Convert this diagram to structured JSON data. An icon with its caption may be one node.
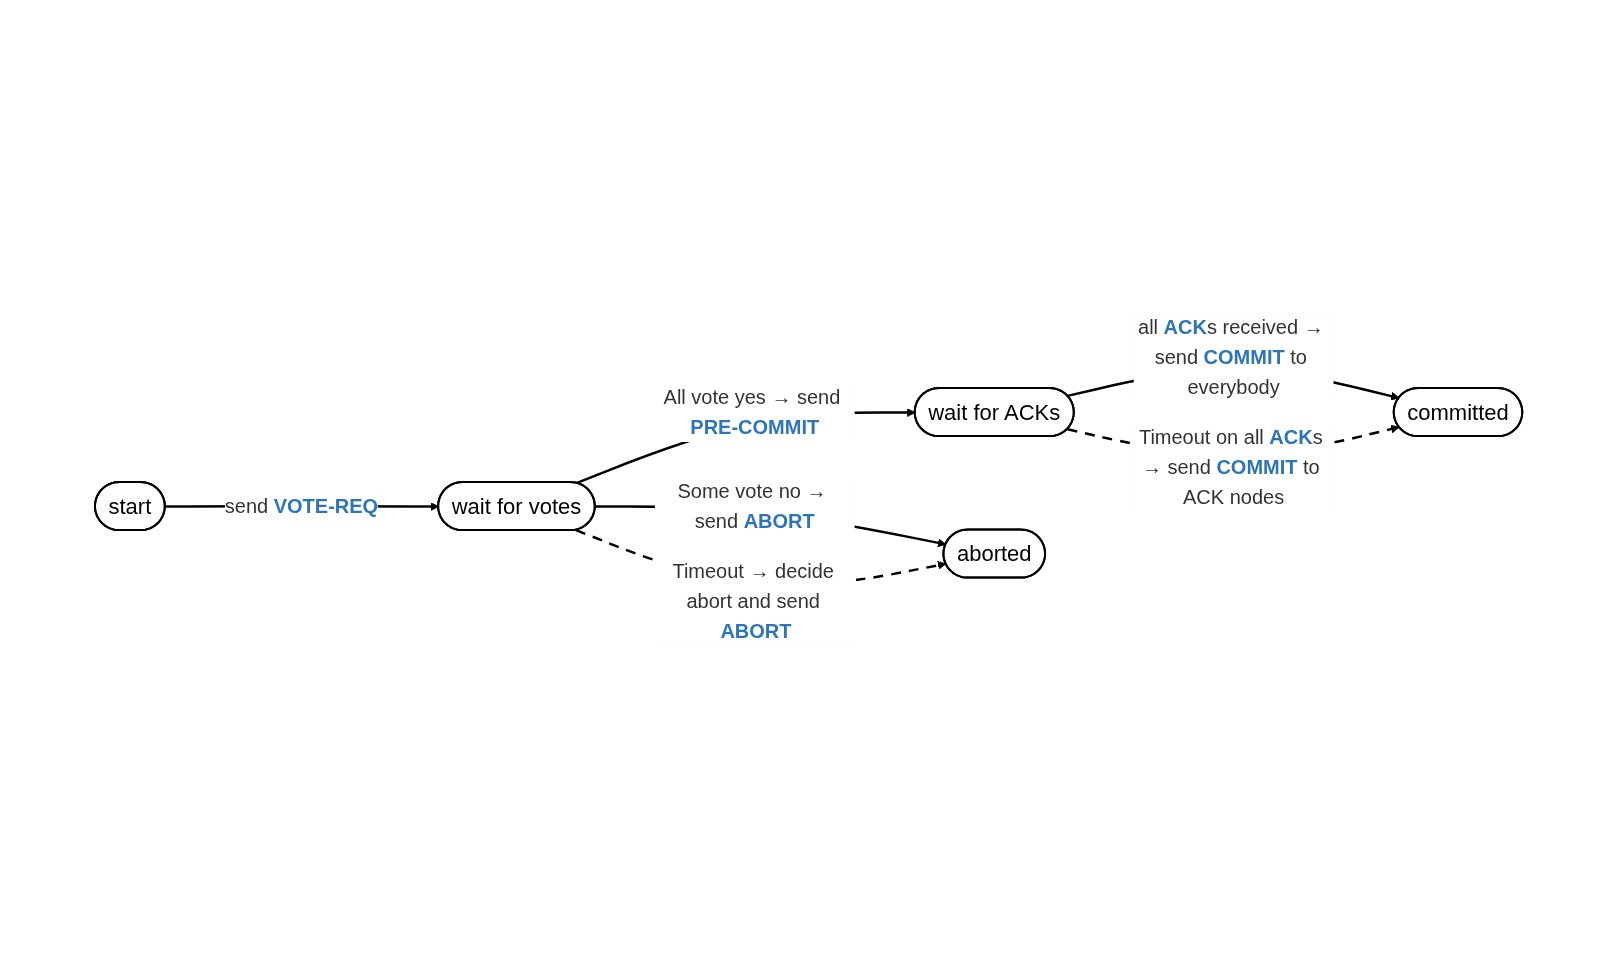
{
  "diagram": {
    "nodes": [
      {
        "text": [
          "start"
        ]
      },
      {
        "text": [
          "wait for votes"
        ]
      },
      {
        "text": [
          "wait for ACKs"
        ]
      },
      {
        "text": [
          "committed"
        ]
      },
      {
        "text": [
          "aborted"
        ]
      }
    ],
    "edges": [
      {
        "from": 0,
        "to": 1,
        "arrow": "to",
        "label": "send **VOTE-REQ**"
      },
      {
        "from": 1,
        "to": 2,
        "arrow": "to",
        "label": "All vote yes → send **PRE-COMMIT**"
      },
      {
        "from": 2,
        "to": 3,
        "arrow": "to",
        "label": "all **ACK**s received → send **COMMIT** to everybody"
      },
      {
        "from": 2,
        "to": 3,
        "arrow": "to",
        "style": "dashed",
        "label": "Timeout on all **ACK**s → send **COMMIT** to ACK nodes"
      },
      {
        "from": 1,
        "to": 4,
        "arrow": "to",
        "label": "Some vote no → send **ABORT**"
      },
      {
        "from": 1,
        "to": 4,
        "arrow": "to",
        "style": "dashed",
        "label": "Timeout → decide abort and send **ABORT**"
      }
    ]
  }
}
